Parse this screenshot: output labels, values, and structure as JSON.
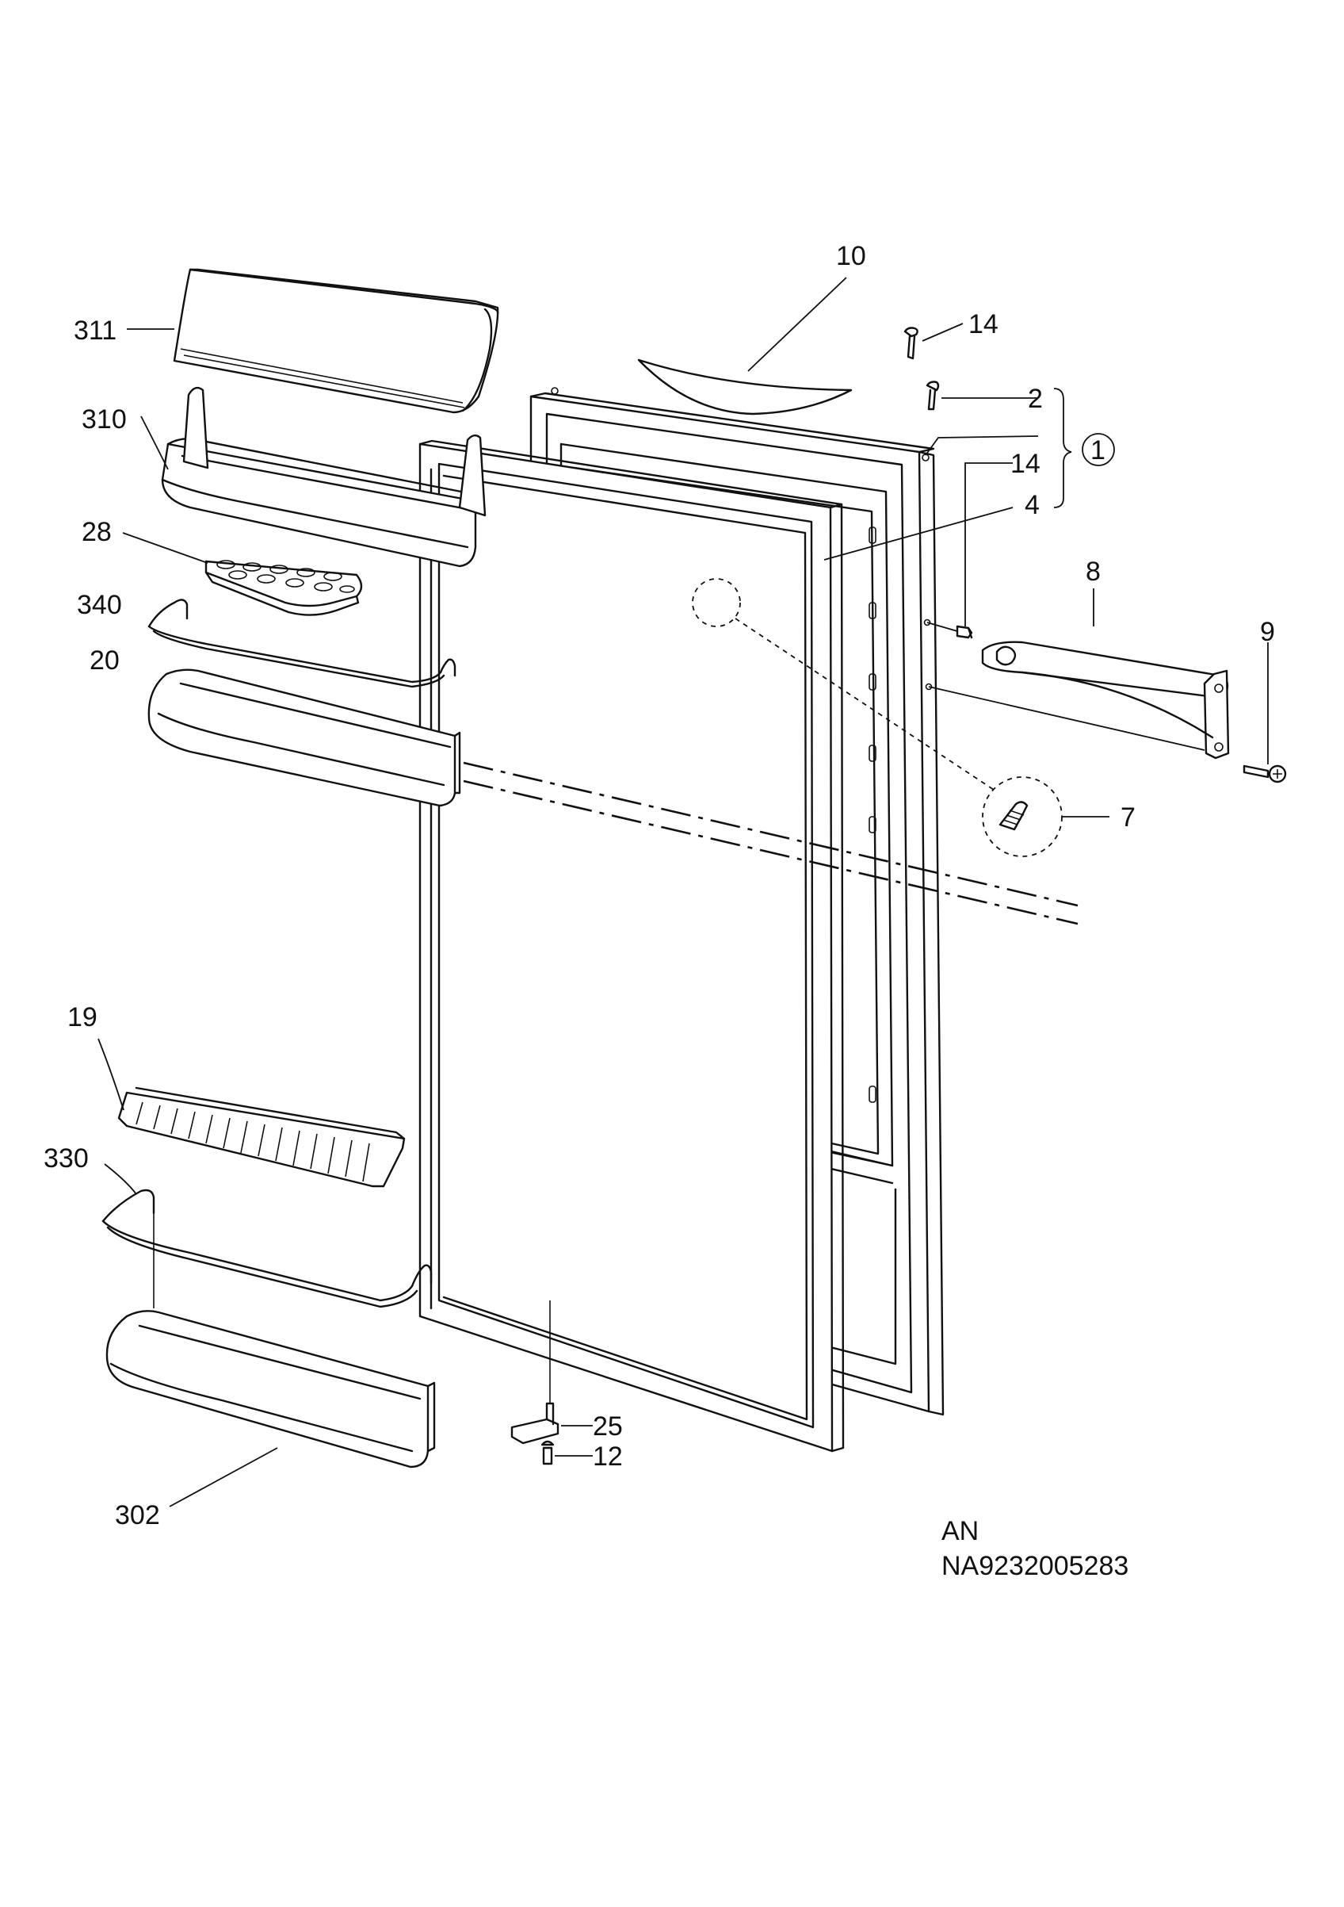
{
  "callouts": {
    "p311": "311",
    "p310": "310",
    "p28": "28",
    "p340": "340",
    "p20": "20",
    "p19": "19",
    "p330": "330",
    "p302": "302",
    "p10": "10",
    "p14a": "14",
    "p2": "2",
    "p1": "1",
    "p14b": "14",
    "p4": "4",
    "p8": "8",
    "p9": "9",
    "p7": "7",
    "p25": "25",
    "p12": "12"
  },
  "footer": {
    "line1": "AN",
    "line2": "NA9232005283"
  }
}
